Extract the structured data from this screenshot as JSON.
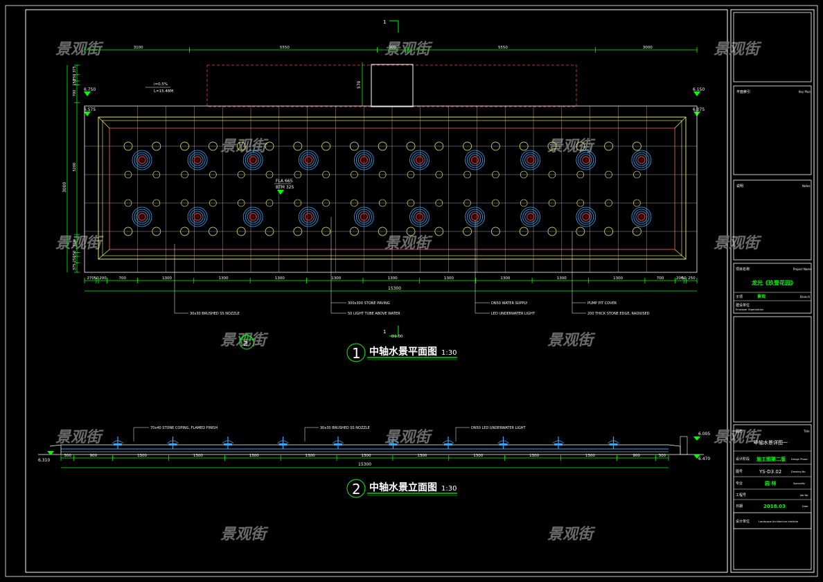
{
  "colors": {
    "background": "#000000",
    "frame": "#ffffff",
    "dimension": "#00ff00",
    "pool_outline": "#ffff66",
    "pool_inner": "#ff6666",
    "fountain": "#33aaff",
    "fountain_core": "#cc2222",
    "watermark": "#6a6a6a",
    "title_green": "#00ff00"
  },
  "watermark_text": "景观街",
  "plan": {
    "section_marker": "1",
    "section_marker_bottom": "1",
    "top_dims": [
      "3100",
      "5550",
      "900",
      "5550",
      "3000"
    ],
    "total_length": "15300",
    "bottom_dims": [
      "270",
      "50",
      "200",
      "700",
      "1300",
      "1300",
      "1300",
      "1300",
      "1300",
      "1300",
      "1300",
      "1300",
      "1300",
      "700",
      "200",
      "50",
      "250"
    ],
    "left_dims": [
      "375",
      "250",
      "150",
      "700",
      "5200",
      "700",
      "150",
      "250",
      "375"
    ],
    "total_width": "3000",
    "top_right_dim": "570",
    "slope_note": [
      "i=0.5%",
      "L=15.48M"
    ],
    "elev_left_top": "6.750",
    "elev_left_2": "6.575",
    "elev_right_top": "6.150",
    "elev_right_2": "6.075",
    "water_elev": [
      "FLA 665",
      "BTM 325"
    ],
    "bottom_elev": "D1.00",
    "callouts": [
      "30x30 BRUSHED SS NOZZLE",
      "300x300 STONE PAVING",
      "50 LIGHT TUBE ABOVE WATER",
      "DN50 WATER SUPPLY",
      "LED UNDERWATER LIGHT",
      "PUMP PIT COVER",
      "200 THICK STONE EDGE, RADIUSED"
    ],
    "title_number": "1",
    "title": "中轴水景平面图",
    "scale": "1:30",
    "elevation_ref": "2"
  },
  "elevation": {
    "dims": [
      "300",
      "900",
      "1300",
      "1300",
      "1300",
      "1300",
      "1300",
      "1300",
      "1300",
      "1300",
      "1300",
      "900",
      "300"
    ],
    "total": "15300",
    "elev_left": "6.310",
    "elev_right_top": "6.005",
    "elev_right_bottom": "6.470",
    "callouts": [
      "70x40 STONE COPING, FLAMED FINISH",
      "30x30 BRUSHED SS NOZZLE",
      "DN50 LED UNDERWATER LIGHT"
    ],
    "title_number": "2",
    "title": "中轴水景立面图",
    "scale": "1:30"
  },
  "title_block": {
    "key_plan_label": "平面索引",
    "key_plan_en": "Key Plan",
    "notes_label": "说明",
    "notes_en": "Notes",
    "project_label": "项目名称",
    "project_en": "Project Name",
    "project_name": "龙光《玖誉花园》",
    "sub_label": "子项",
    "sub_value": "景观",
    "sub_en": "Branch",
    "design_unit_label": "建设单位",
    "design_unit_en": "Employer Organization",
    "drawing_title_label": "图名",
    "drawing_title_en": "Title",
    "drawing_title": "中轴水景详图一",
    "design_stage_label": "设计阶段",
    "design_stage_en": "Design Phase",
    "design_stage": "施工图第二版",
    "drawing_no_label": "图号",
    "drawing_no_en": "Drawing No.",
    "drawing_no": "YS-D3.02",
    "specialty_label": "专业",
    "specialty_en": "Speciality",
    "specialty": "园 林",
    "job_no_label": "工程号",
    "job_no_en": "Job No.",
    "date_label": "日期",
    "date_en": "Date",
    "date": "2018.03",
    "designer_label": "设计单位",
    "designer_en": "Landscape Architecture Institute"
  }
}
